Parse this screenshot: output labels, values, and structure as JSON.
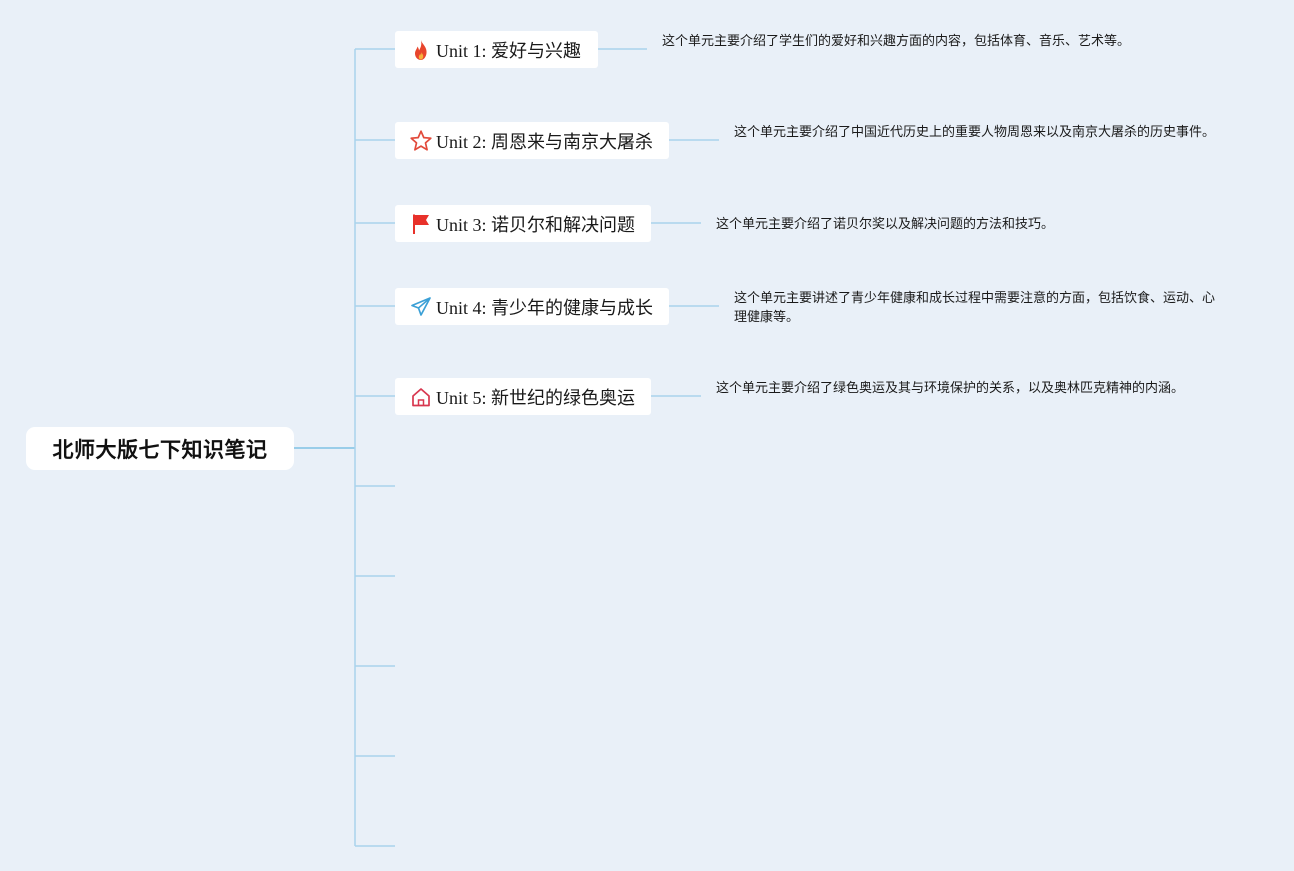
{
  "root": {
    "title": "北师大版七下知识笔记"
  },
  "units": [
    {
      "label": "Unit 1: 爱好与兴趣",
      "icon": "fire-icon",
      "color": "#e8452c",
      "description": "这个单元主要介绍了学生们的爱好和兴趣方面的内容，包括体育、音乐、艺术等。"
    },
    {
      "label": "Unit 2: 周恩来与南京大屠杀",
      "icon": "star-outline-icon",
      "color": "#e24a3b",
      "description": "这个单元主要介绍了中国近代历史上的重要人物周恩来以及南京大屠杀的历史事件。"
    },
    {
      "label": "Unit 3: 诺贝尔和解决问题",
      "icon": "flag-icon",
      "color": "#e8312a",
      "description": "这个单元主要介绍了诺贝尔奖以及解决问题的方法和技巧。"
    },
    {
      "label": "Unit 4: 青少年的健康与成长",
      "icon": "paper-plane-icon",
      "color": "#3ba0d6",
      "description": "这个单元主要讲述了青少年健康和成长过程中需要注意的方面，包括饮食、运动、心理健康等。"
    },
    {
      "label": "Unit 5: 新世纪的绿色奥运",
      "icon": "home-icon",
      "color": "#d8374f",
      "description": "这个单元主要介绍了绿色奥运及其与环境保护的关系，以及奥林匹克精神的内涵。"
    }
  ],
  "colors": {
    "background": "#e9f0f8",
    "connector": "#a9d3ec"
  }
}
